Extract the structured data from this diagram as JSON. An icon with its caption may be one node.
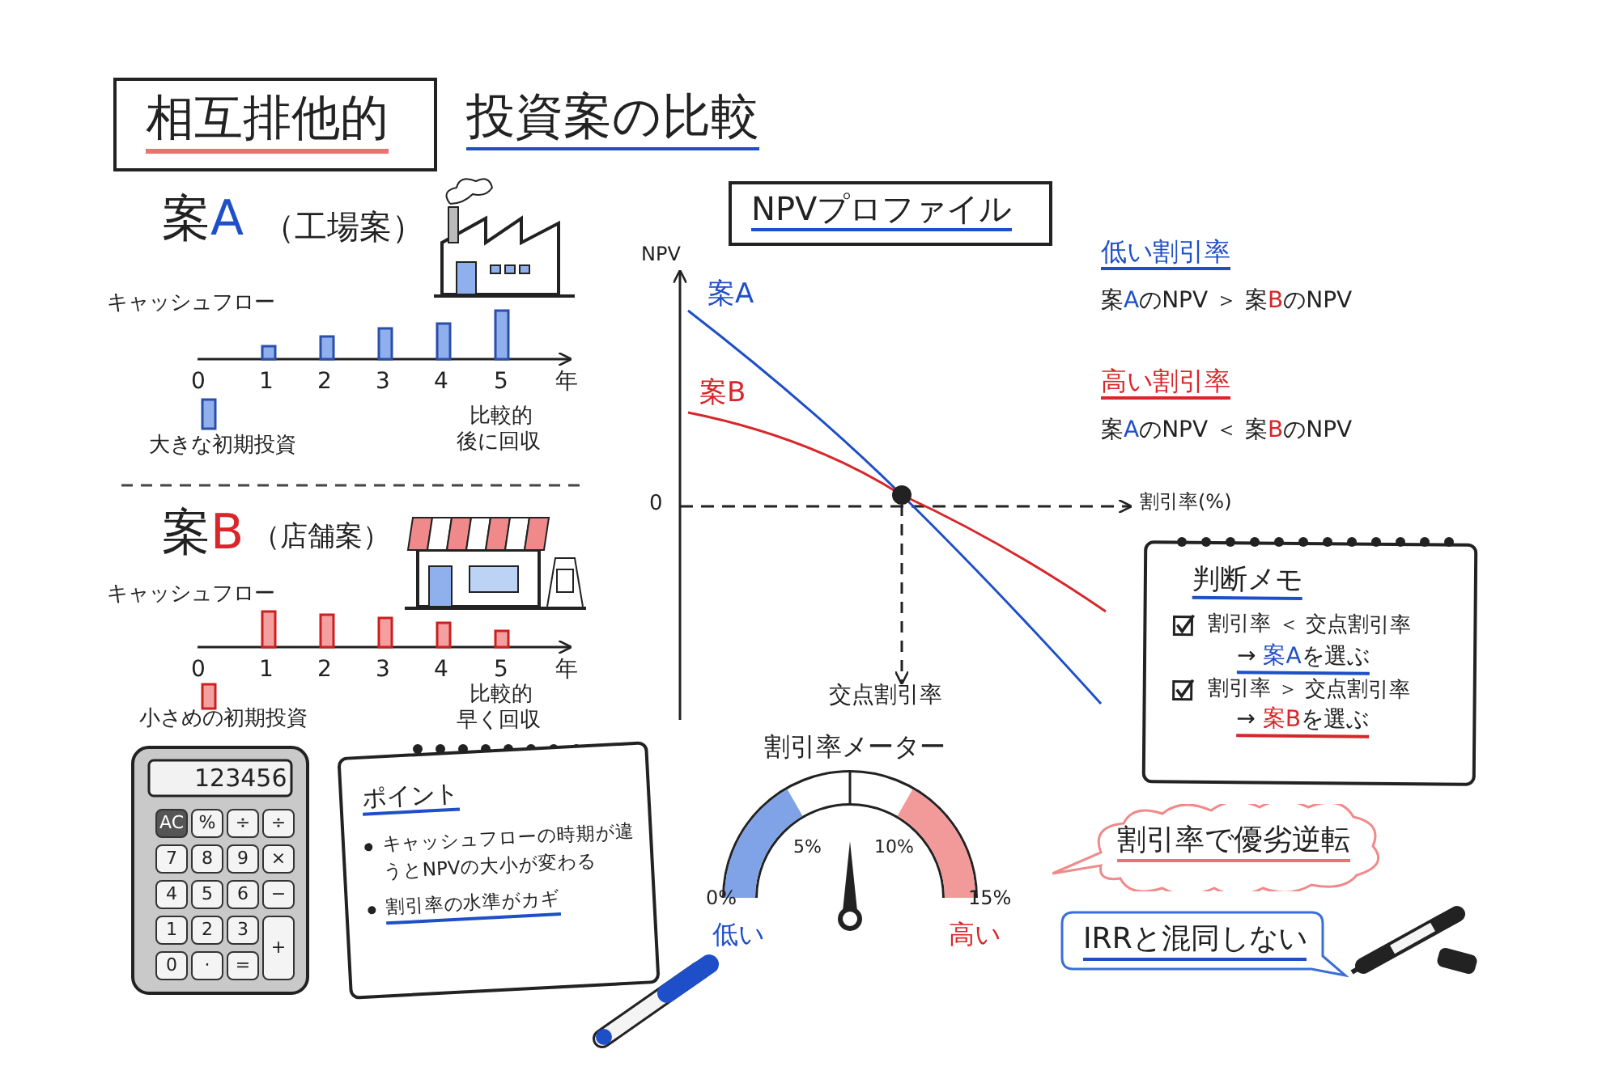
{
  "diagram": {
    "nodes": [
      {
        "text": [
          "相互排他的"
        ]
      },
      {
        "text": [
          "NPVプロファイル"
        ]
      },
      {
        "text": [
          "ポイント",
          "キャッシュフローの時期が違うとNPVの大小が変わる",
          "割引率の水準がカギ"
        ]
      },
      {
        "text": [
          "判断メモ",
          "割引率 ＜ 交点割引率",
          "→ **案A**を選ぶ",
          "割引率 ＞ 交点割引率",
          "→ **案B**を選ぶ"
        ]
      },
      {
        "text": [
          "割引率で優劣逆転"
        ]
      },
      {
        "text": [
          "IRRと混同しない"
        ]
      },
      {
        "text": [],
        "shape": "circle"
      },
      {
        "text": [
          "交点割引率"
        ]
      }
    ],
    "edges": [
      {
        "from": 6,
        "to": 7,
        "arrow": "to",
        "style": "dashed"
      }
    ],
    "labels": [
      "投資案の比較",
      "案**A**",
      "（工場案）",
      "キャッシュフロー",
      "0",
      "1",
      "2",
      "3",
      "4",
      "5",
      "年",
      "大きな初期投資",
      "比較的後に回収",
      "案**B**",
      "（店舗案）",
      "キャッシュフロー",
      "0",
      "1",
      "2",
      "3",
      "4",
      "5",
      "年",
      "小さめの初期投資",
      "比較的早く回収",
      "NPV",
      "案A",
      "案B",
      "0",
      "割引率(%)",
      "低い割引率",
      "案**A**のNPV ＞ 案**B**のNPV",
      "高い割引率",
      "案**A**のNPV ＜ 案**B**のNPV",
      "123456",
      "AC",
      "%",
      "÷",
      "÷",
      "7",
      "8",
      "9",
      "×",
      "4",
      "5",
      "6",
      "−",
      "1",
      "2",
      "3",
      "+",
      "0",
      "·",
      "=",
      "割引率メーター",
      "0%",
      "5%",
      "10%",
      "15%",
      "低い",
      "高い"
    ]
  }
}
